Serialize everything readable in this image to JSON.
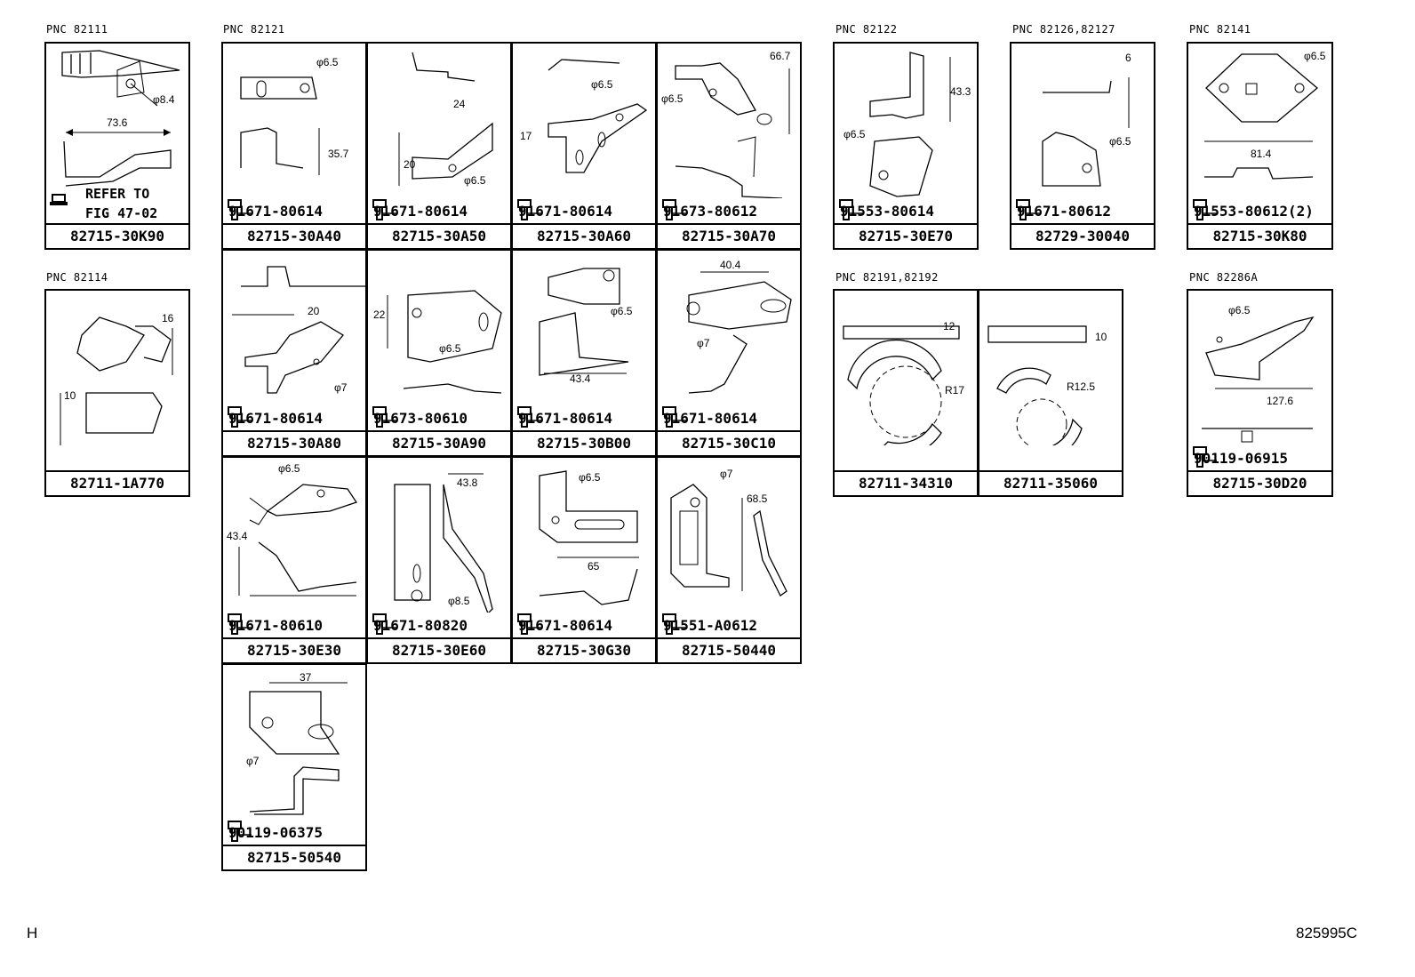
{
  "pnc_labels": [
    {
      "id": "p1",
      "text": "PNC 82111"
    },
    {
      "id": "p2",
      "text": "PNC 82121"
    },
    {
      "id": "p3",
      "text": "PNC 82122"
    },
    {
      "id": "p4",
      "text": "PNC 82126,82127"
    },
    {
      "id": "p5",
      "text": "PNC 82141"
    },
    {
      "id": "p6",
      "text": "PNC 82114"
    },
    {
      "id": "p7",
      "text": "PNC 82191,82192"
    },
    {
      "id": "p8",
      "text": "PNC 82286A"
    }
  ],
  "cells": [
    {
      "part": "82715-30K90",
      "bolt": "",
      "refer": "REFER TO\nFIG 47-02",
      "dims": [
        "φ8.4",
        "73.6"
      ]
    },
    {
      "part": "82715-30A40",
      "bolt": "91671-80614",
      "dims": [
        "φ6.5",
        "35.7"
      ]
    },
    {
      "part": "82715-30A50",
      "bolt": "91671-80614",
      "dims": [
        "24",
        "20",
        "φ6.5"
      ]
    },
    {
      "part": "82715-30A60",
      "bolt": "91671-80614",
      "dims": [
        "φ6.5",
        "17"
      ]
    },
    {
      "part": "82715-30A70",
      "bolt": "91673-80612",
      "dims": [
        "66.7",
        "φ6.5"
      ]
    },
    {
      "part": "82715-30E70",
      "bolt": "91553-80614",
      "dims": [
        "43.3",
        "φ6.5"
      ]
    },
    {
      "part": "82729-30040",
      "bolt": "91671-80612",
      "dims": [
        "6",
        "φ6.5"
      ]
    },
    {
      "part": "82715-30K80",
      "bolt": "91553-80612(2)",
      "dims": [
        "φ6.5",
        "81.4"
      ]
    },
    {
      "part": "82711-1A770",
      "bolt": "",
      "dims": [
        "16",
        "10"
      ]
    },
    {
      "part": "82715-30A80",
      "bolt": "91671-80614",
      "dims": [
        "20",
        "φ7"
      ]
    },
    {
      "part": "82715-30A90",
      "bolt": "91673-80610",
      "dims": [
        "22",
        "φ6.5"
      ]
    },
    {
      "part": "82715-30B00",
      "bolt": "91671-80614",
      "dims": [
        "φ6.5",
        "43.4"
      ]
    },
    {
      "part": "82715-30C10",
      "bolt": "91671-80614",
      "dims": [
        "40.4",
        "φ7"
      ]
    },
    {
      "part": "82711-34310",
      "bolt": "",
      "dims": [
        "12",
        "R17"
      ]
    },
    {
      "part": "82711-35060",
      "bolt": "",
      "dims": [
        "10",
        "R12.5"
      ]
    },
    {
      "part": "82715-30D20",
      "bolt": "90119-06915",
      "dims": [
        "φ6.5",
        "127.6"
      ]
    },
    {
      "part": "82715-30E30",
      "bolt": "91671-80610",
      "dims": [
        "φ6.5",
        "43.4"
      ]
    },
    {
      "part": "82715-30E60",
      "bolt": "91671-80820",
      "dims": [
        "43.8",
        "φ8.5"
      ]
    },
    {
      "part": "82715-30G30",
      "bolt": "91671-80614",
      "dims": [
        "φ6.5",
        "65"
      ]
    },
    {
      "part": "82715-50440",
      "bolt": "91551-A0612",
      "dims": [
        "φ7",
        "68.5"
      ]
    },
    {
      "part": "82715-50540",
      "bolt": "90119-06375",
      "dims": [
        "37",
        "φ7"
      ]
    }
  ],
  "corner_left": "H",
  "corner_right": "825995C"
}
